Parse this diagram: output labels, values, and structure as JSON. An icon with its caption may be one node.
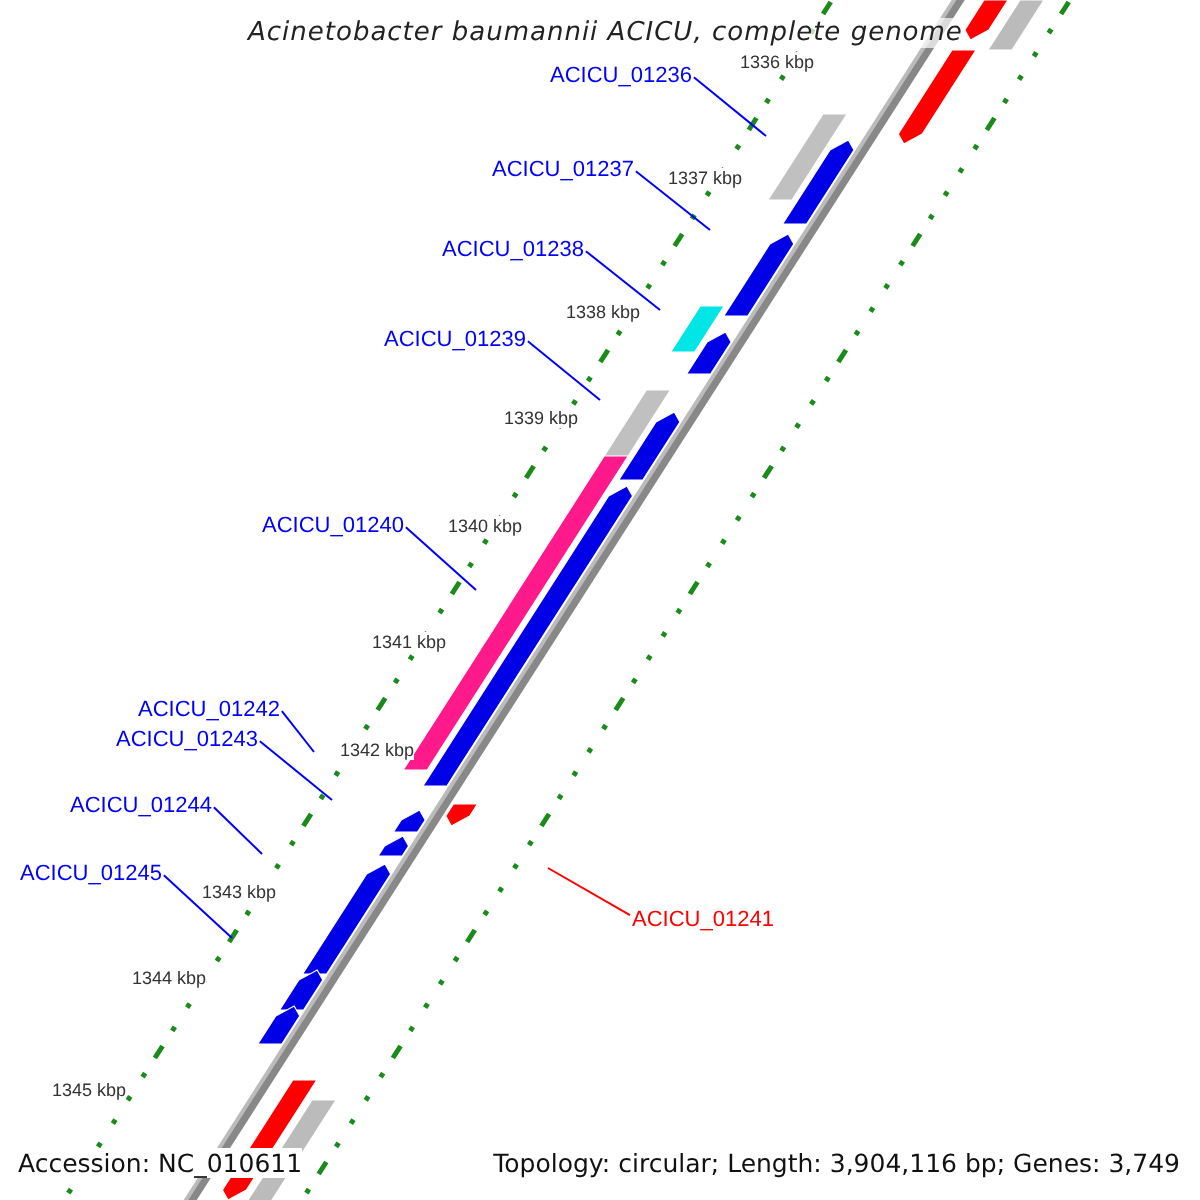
{
  "diagram": {
    "title": "Acinetobacter baumannii ACICU, complete genome",
    "nodes": [
      {
        "text": [
          "ACICU_01236"
        ]
      },
      {
        "text": [
          "ACICU_01237"
        ]
      },
      {
        "text": [
          "ACICU_01238"
        ]
      },
      {
        "text": [
          "ACICU_01239"
        ]
      },
      {
        "text": [
          "ACICU_01240"
        ]
      },
      {
        "text": [
          "ACICU_01242"
        ]
      },
      {
        "text": [
          "ACICU_01243"
        ]
      },
      {
        "text": [
          "ACICU_01244"
        ]
      },
      {
        "text": [
          "ACICU_01245"
        ]
      },
      {
        "text": [
          "ACICU_01241"
        ]
      }
    ],
    "edges": [
      {
        "from": 0,
        "to": null,
        "arrow": "none"
      },
      {
        "from": 1,
        "to": null,
        "arrow": "none"
      },
      {
        "from": 2,
        "to": null,
        "arrow": "none"
      },
      {
        "from": 3,
        "to": null,
        "arrow": "none"
      },
      {
        "from": 4,
        "to": null,
        "arrow": "none"
      },
      {
        "from": 5,
        "to": null,
        "arrow": "none"
      },
      {
        "from": 6,
        "to": null,
        "arrow": "none"
      },
      {
        "from": 7,
        "to": null,
        "arrow": "none"
      },
      {
        "from": 8,
        "to": null,
        "arrow": "none"
      },
      {
        "from": 9,
        "to": null,
        "arrow": "none",
        "color": "#ff0000"
      }
    ],
    "labels": [
      "1336 kbp",
      "1337 kbp",
      "1338 kbp",
      "1339 kbp",
      "1340 kbp",
      "1341 kbp",
      "1342 kbp",
      "1343 kbp",
      "1344 kbp",
      "1345 kbp",
      "Accession: NC_010611",
      "Topology: circular; Length: 3,904,116 bp; Genes: 3,749"
    ]
  }
}
